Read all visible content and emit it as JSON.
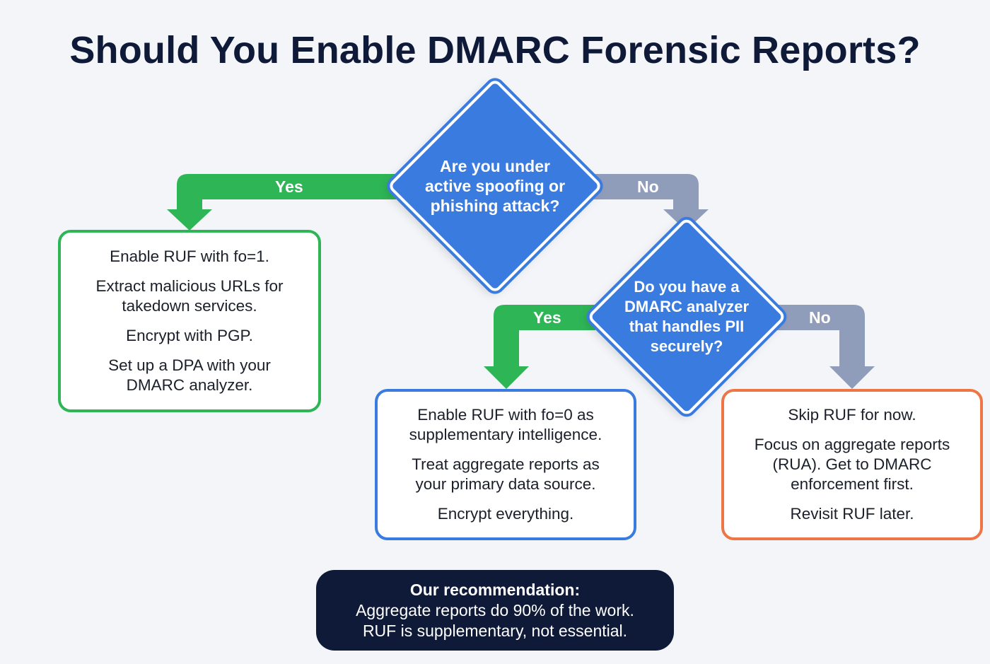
{
  "title": "Should You Enable DMARC Forensic Reports?",
  "colors": {
    "yes_arrow": "#2eb556",
    "no_arrow": "#909dba",
    "decision": "#3a7be0",
    "box_yes_border": "#2eb556",
    "box_mid_border": "#3a7be0",
    "box_skip_border": "#ee7545",
    "recommendation_bg": "#0f1a38"
  },
  "decision1": {
    "text": "Are you under\nactive spoofing or\nphishing attack?",
    "yes_label": "Yes",
    "no_label": "No"
  },
  "decision2": {
    "text": "Do you have a\nDMARC analyzer\nthat handles PII\nsecurely?",
    "yes_label": "Yes",
    "no_label": "No"
  },
  "box_yes": {
    "lines": [
      "Enable RUF with fo=1.",
      "Extract malicious URLs for\ntakedown services.",
      "Encrypt with PGP.",
      "Set up a DPA with your\nDMARC analyzer."
    ]
  },
  "box_mid": {
    "lines": [
      "Enable RUF with fo=0 as\nsupplementary intelligence.",
      "Treat aggregate reports as\nyour primary data source.",
      "Encrypt everything."
    ]
  },
  "box_skip": {
    "lines": [
      "Skip RUF for now.",
      "Focus on aggregate reports\n(RUA). Get to DMARC\nenforcement first.",
      "Revisit RUF later."
    ]
  },
  "recommendation": {
    "title": "Our recommendation:",
    "line1": "Aggregate reports do 90% of the work.",
    "line2": "RUF is supplementary, not essential."
  }
}
